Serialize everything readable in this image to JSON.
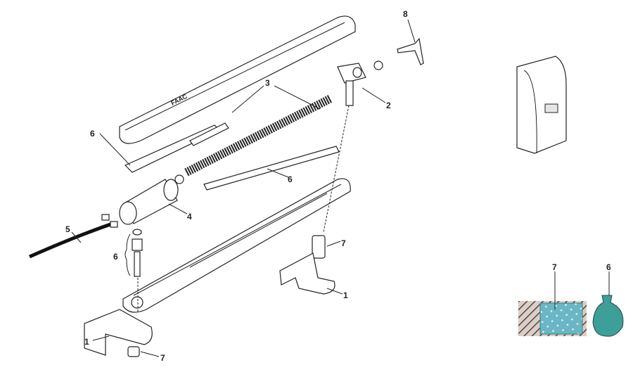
{
  "diagram": {
    "brand_logo": "FAAC",
    "colors": {
      "line": "#222222",
      "insulation": "#5fb0b8",
      "bag": "#3e9e98"
    },
    "callouts": [
      "8",
      "3",
      "2",
      "6",
      "6",
      "4",
      "5",
      "6",
      "7",
      "1",
      "1",
      "7",
      "7",
      "6"
    ]
  }
}
